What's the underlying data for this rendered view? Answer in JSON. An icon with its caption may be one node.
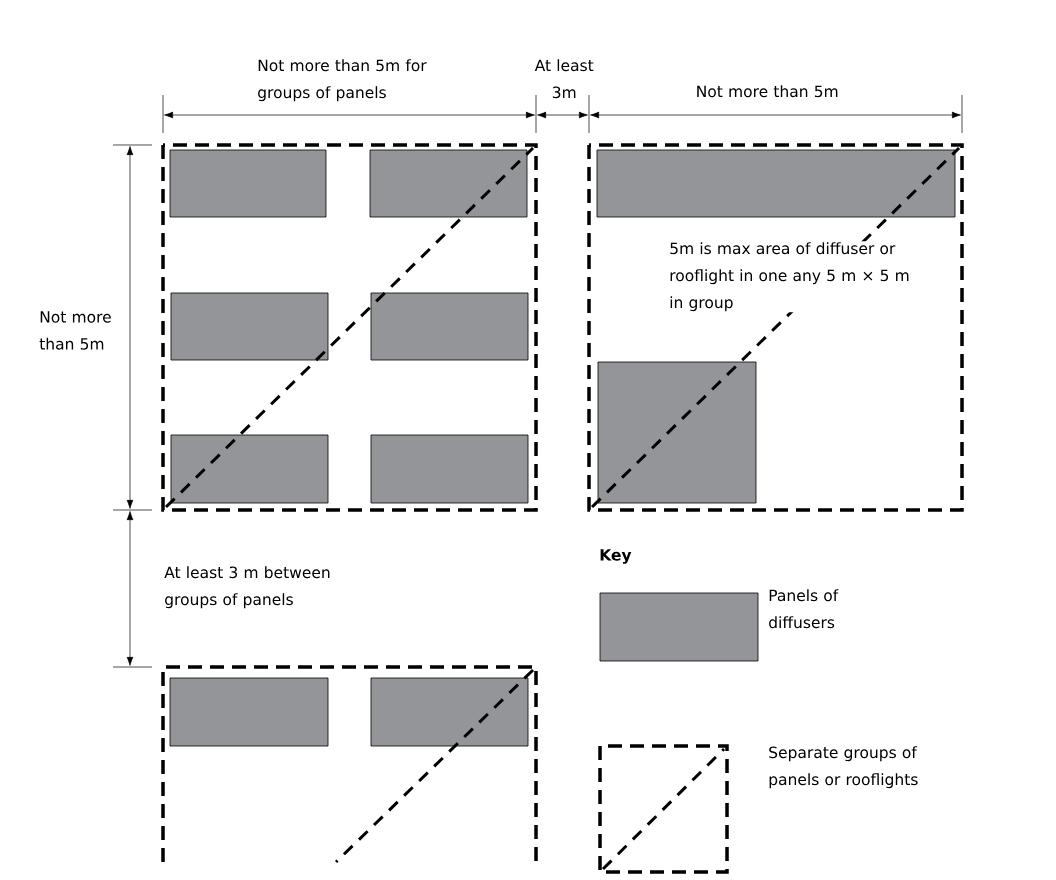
{
  "diagram": {
    "labels": [
      "Not more than 5m for groups of panels",
      "At least 3m",
      "Not more than 5m",
      "Not more than 5m",
      "5m is max area of diffuser or rooflight in one any 5 m × 5 m in group",
      "At least 3 m between groups of panels",
      "Key"
    ],
    "legend": [
      {
        "text": "Panels of diffusers",
        "color": "#939598"
      },
      {
        "text": "Separate groups of panels or rooflights"
      }
    ]
  }
}
